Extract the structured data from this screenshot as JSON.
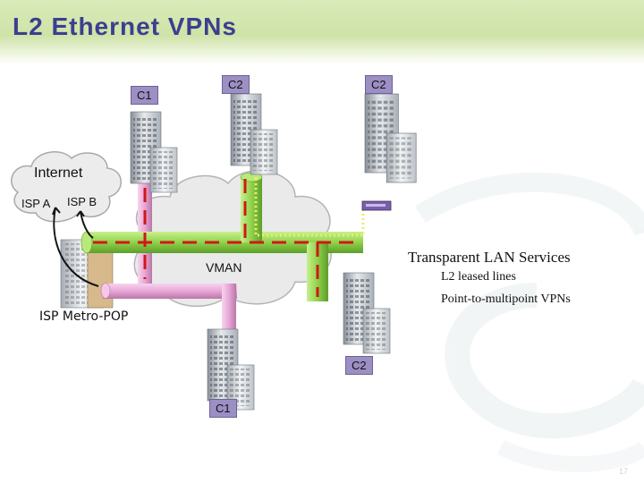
{
  "title": "L2 Ethernet VPNs",
  "labels": {
    "c1_top": "C1",
    "c2_top_left": "C2",
    "c2_top_right": "C2",
    "c2_bottom_right": "C2",
    "c1_bottom": "C1",
    "internet": "Internet",
    "isp_a": "ISP A",
    "isp_b": "ISP B",
    "vman": "VMAN",
    "isp_metro_pop": "ISP Metro-POP"
  },
  "services": {
    "heading": "Transparent LAN Services",
    "items": [
      "L2 leased lines",
      "Point-to-multipoint VPNs"
    ]
  },
  "colors": {
    "title": "#3b3f8f",
    "tag_fill": "#9c8fc4",
    "pipe_green": "#8fd24a",
    "pipe_pink": "#e8a6d6",
    "dash_red": "#d01818",
    "dash_yellow": "#e8e86a"
  },
  "page_number": "17"
}
